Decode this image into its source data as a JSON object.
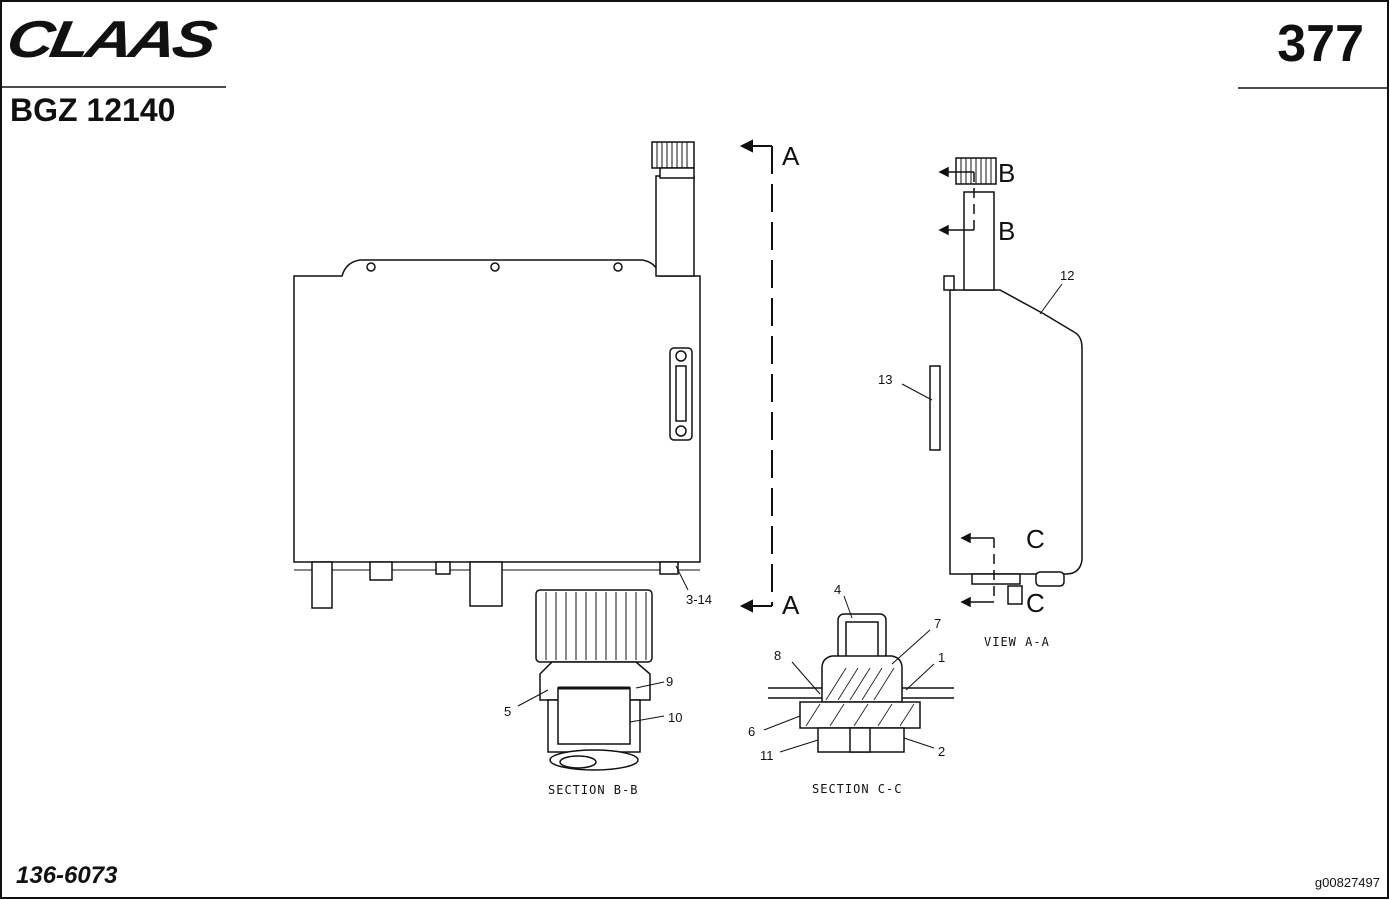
{
  "header": {
    "brand": "CLAAS",
    "page_number": "377",
    "model_code": "BGZ 12140"
  },
  "footer": {
    "part_number": "136-6073",
    "image_id": "g00827497"
  },
  "diagram": {
    "section_markers": {
      "a_top": "A",
      "a_bottom": "A",
      "b_top": "B",
      "b_mid": "B",
      "c_top": "C",
      "c_bottom": "C"
    },
    "captions": {
      "view_a_a": "VIEW A-A",
      "section_b_b": "SECTION B-B",
      "section_c_c": "SECTION C-C"
    },
    "callouts": {
      "c1": "1",
      "c2": "2",
      "c3_14": "3-14",
      "c4": "4",
      "c5": "5",
      "c6": "6",
      "c7": "7",
      "c8": "8",
      "c9": "9",
      "c10": "10",
      "c11": "11",
      "c12": "12",
      "c13": "13"
    }
  }
}
